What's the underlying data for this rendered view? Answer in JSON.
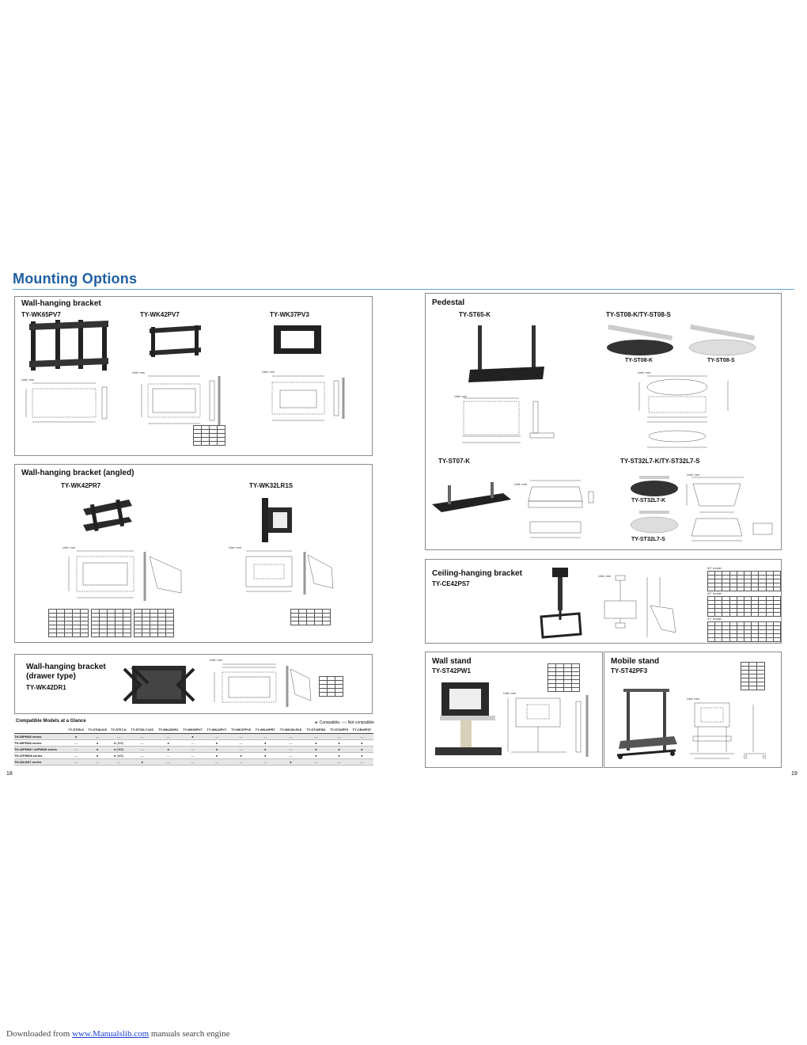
{
  "page_title": "Mounting Options",
  "wall_hanging": {
    "heading": "Wall-hanging bracket",
    "models": [
      "TY-WK65PV7",
      "TY-WK42PV7",
      "TY-WK37PV3"
    ],
    "unit": "Unit: mm"
  },
  "wall_angled": {
    "heading": "Wall-hanging bracket (angled)",
    "models": [
      "TY-WK42PR7",
      "TY-WK32LR1S"
    ],
    "unit": "Unit: mm"
  },
  "drawer": {
    "heading_line1": "Wall-hanging bracket",
    "heading_line2": "(drawer type)",
    "model": "TY-WK42DR1",
    "unit": "Unit: mm"
  },
  "pedestal": {
    "heading": "Pedestal",
    "models": [
      "TY-ST65-K",
      "TY-ST08-K/TY-ST08-S",
      "TY-ST07-K",
      "TY-ST32L7-K/TY-ST32L7-S"
    ],
    "captions": [
      "TY-ST08-K",
      "TY-ST08-S",
      "TY-ST32L7-K",
      "TY-ST32L7-S"
    ],
    "unit": "Unit: mm"
  },
  "ceiling": {
    "heading": "Ceiling-hanging bracket",
    "model": "TY-CE42PS7",
    "unit": "Unit: mm",
    "table_labels": [
      "50\" model",
      "42\" model",
      "37\" model"
    ]
  },
  "wall_stand": {
    "heading": "Wall stand",
    "model": "TY-ST42PW1",
    "unit": "Unit: mm"
  },
  "mobile_stand": {
    "heading": "Mobile stand",
    "model": "TY-ST42PF3",
    "unit": "Unit: mm"
  },
  "compat": {
    "title": "Compatible Models at a Glance",
    "legend": "●: Compatible; —: Not compatible",
    "columns": [
      "TY-ST65-K",
      "TY-ST08-K/S",
      "TY-ST07-K",
      "TY-ST32L7-K/S",
      "TY-WK42DR1",
      "TY-WK65PV7",
      "TY-WK42PV7",
      "TY-WK37PV3",
      "TY-WK42PR7",
      "TY-WK32LR1S",
      "TY-ST42PW1",
      "TY-ST42PF3",
      "TY-CE42PS7"
    ],
    "rows": [
      {
        "label": "TH-65PHD8 series",
        "cells": [
          "●",
          "—",
          "—",
          "—",
          "—",
          "●",
          "—",
          "—",
          "—",
          "—",
          "—",
          "—",
          "—"
        ]
      },
      {
        "label": "TH-50PHD8 series",
        "cells": [
          "—",
          "●",
          "● (W8)",
          "—",
          "●",
          "—",
          "●",
          "—",
          "●",
          "—",
          "●",
          "●",
          "●"
        ]
      },
      {
        "label": "TH-42PHD8 / 42PWD8 series",
        "cells": [
          "—",
          "●",
          "● (W8)",
          "—",
          "●",
          "—",
          "●",
          "—",
          "●",
          "—",
          "●",
          "●",
          "●"
        ]
      },
      {
        "label": "TH-37PWD8 series",
        "cells": [
          "—",
          "●",
          "● (W8)",
          "—",
          "—",
          "—",
          "●",
          "●",
          "●",
          "—",
          "●",
          "●",
          "●"
        ]
      },
      {
        "label": "TH-32LHD7 series",
        "cells": [
          "—",
          "—",
          "—",
          "●",
          "—",
          "—",
          "—",
          "—",
          "—",
          "●",
          "—",
          "—",
          "—"
        ]
      }
    ]
  },
  "page_left": "18",
  "page_right": "19",
  "footer": {
    "prefix": "Downloaded from ",
    "link": "www.Manualslib.com",
    "suffix": "  manuals search engine"
  }
}
